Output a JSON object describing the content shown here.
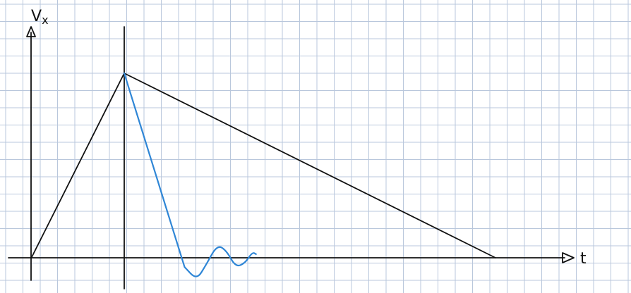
{
  "labels": {
    "y_axis_main": "V",
    "y_axis_sub": "x",
    "x_axis": "t"
  },
  "colors": {
    "paper": "#ffffff",
    "grid": "#b9c7dc",
    "ink": "#111111",
    "accent_curve": "#2f86d6"
  },
  "chart_data": {
    "type": "line",
    "series": [
      {
        "values": [
          {
            "t": -1.0,
            "v": 0.0
          },
          {
            "t": 0.0,
            "v": 1.0
          },
          {
            "t": 4.0,
            "v": 0.0
          }
        ]
      },
      {
        "values": [
          {
            "t": 0.0,
            "v": 1.0
          },
          {
            "t": 0.65,
            "v": -0.05
          },
          {
            "t": 0.78,
            "v": -0.12
          },
          {
            "t": 0.88,
            "v": -0.04
          },
          {
            "t": 1.0,
            "v": 0.07
          },
          {
            "t": 1.1,
            "v": 0.04
          },
          {
            "t": 1.2,
            "v": -0.05
          },
          {
            "t": 1.3,
            "v": -0.03
          },
          {
            "t": 1.38,
            "v": 0.03
          },
          {
            "t": 1.42,
            "v": 0.02
          }
        ]
      }
    ]
  }
}
